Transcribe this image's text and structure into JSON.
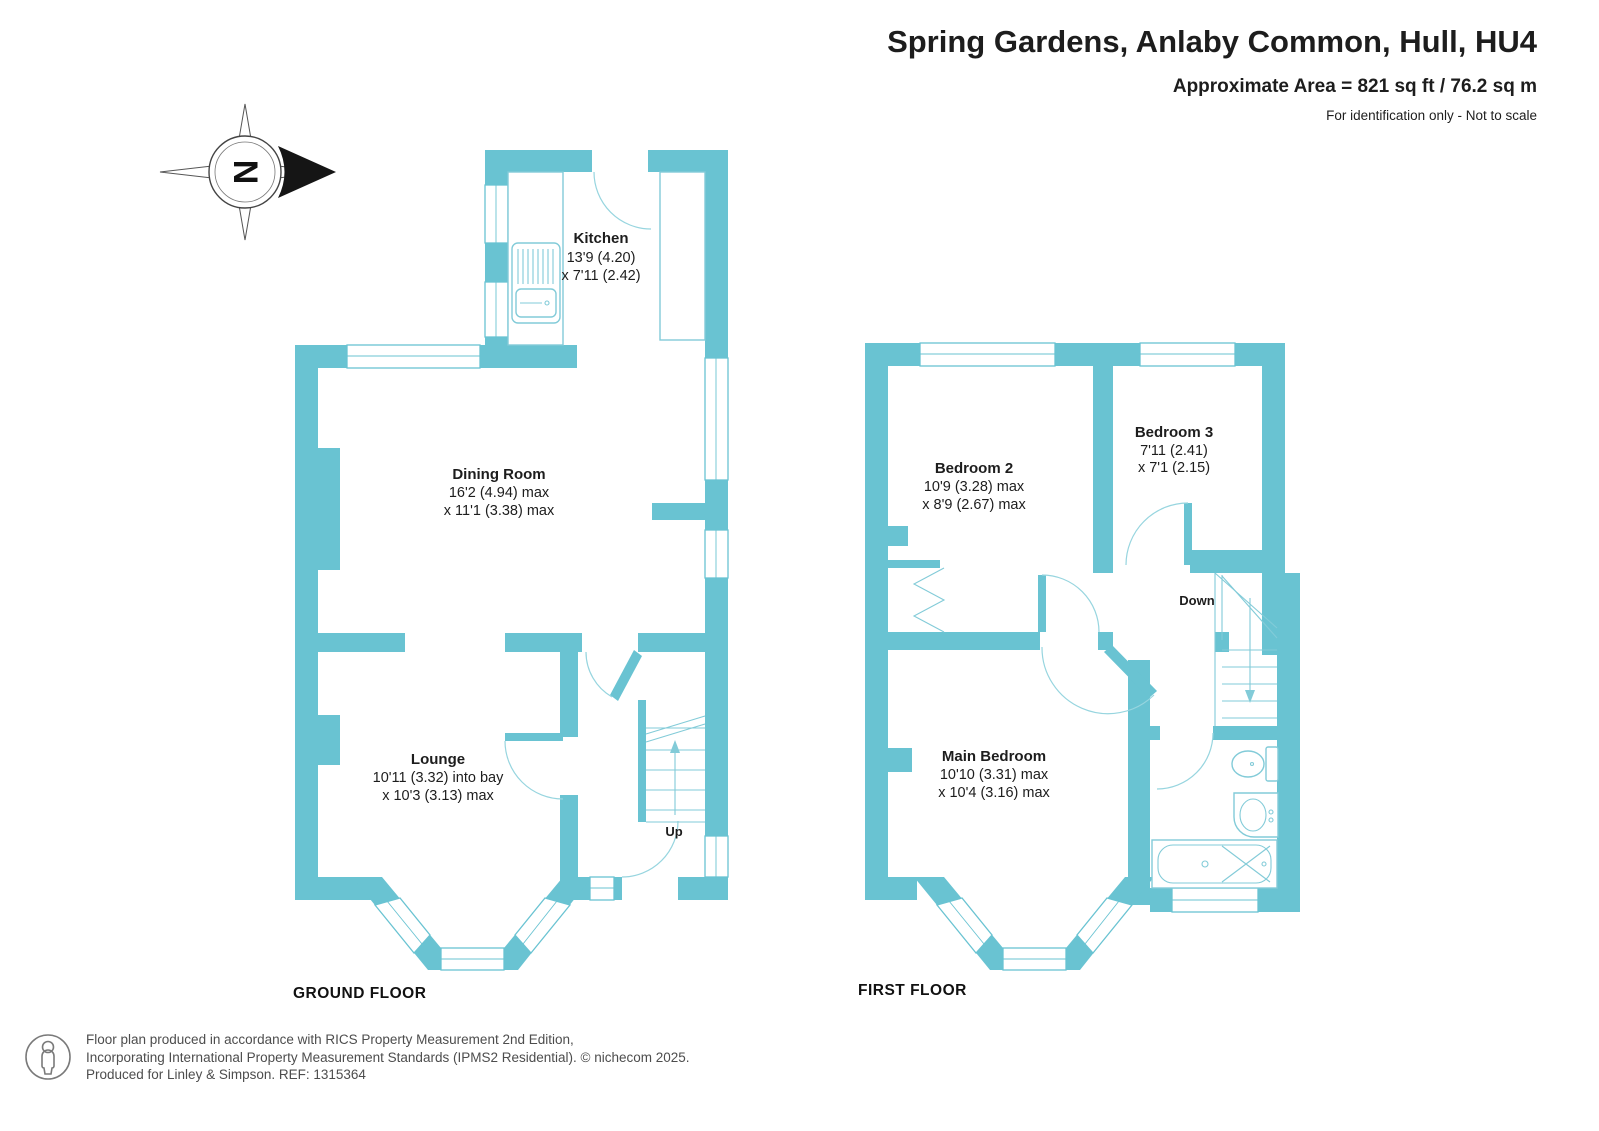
{
  "header": {
    "title": "Spring Gardens, Anlaby Common, Hull, HU4",
    "area": "Approximate Area = 821 sq ft / 76.2 sq m",
    "note": "For identification only - Not to scale"
  },
  "compass": {
    "letter": "N"
  },
  "floors": {
    "ground": {
      "label": "GROUND FLOOR"
    },
    "first": {
      "label": "FIRST FLOOR"
    }
  },
  "rooms": {
    "kitchen": {
      "name": "Kitchen",
      "d1": "13'9 (4.20)",
      "d2": "x 7'11 (2.42)"
    },
    "dining": {
      "name": "Dining Room",
      "d1": "16'2 (4.94) max",
      "d2": "x 11'1 (3.38) max"
    },
    "lounge": {
      "name": "Lounge",
      "d1": "10'11 (3.32) into bay",
      "d2": "x 10'3 (3.13) max"
    },
    "bed2": {
      "name": "Bedroom 2",
      "d1": "10'9 (3.28) max",
      "d2": "x 8'9 (2.67) max"
    },
    "bed3": {
      "name": "Bedroom 3",
      "d1": "7'11 (2.41)",
      "d2": "x 7'1 (2.15)"
    },
    "main": {
      "name": "Main Bedroom",
      "d1": "10'10 (3.31) max",
      "d2": "x 10'4 (3.16) max"
    }
  },
  "stairs": {
    "up": "Up",
    "down": "Down"
  },
  "footer": {
    "line1": "Floor plan produced in accordance with RICS Property Measurement 2nd Edition,",
    "line2": "Incorporating International Property Measurement Standards (IPMS2 Residential).   © nichecom 2025.",
    "line3": "Produced for Linley & Simpson.   REF: 1315364"
  },
  "colors": {
    "wall": "#69c3d2",
    "line": "#82cbd8",
    "arc": "#97d5df",
    "text": "#1d1d1d"
  }
}
